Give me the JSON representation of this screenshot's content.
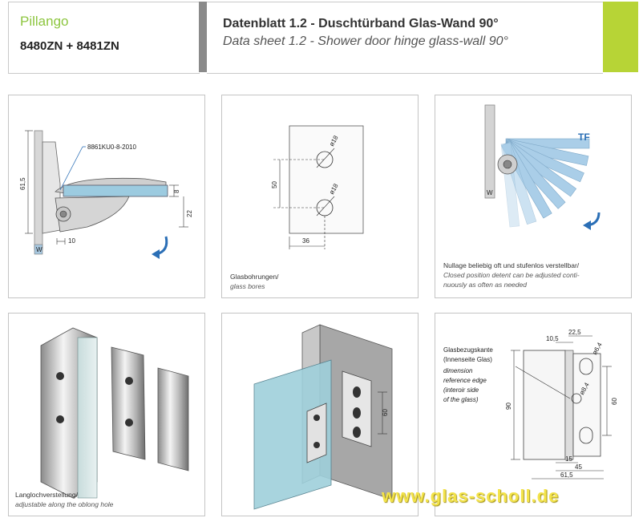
{
  "header": {
    "brand": "Pillango",
    "model": "8480ZN + 8481ZN",
    "title_de": "Datenblatt 1.2 - Duschtürband Glas-Wand 90°",
    "title_en": "Data sheet 1.2 - Shower door hinge glass-wall 90°",
    "accent_color": "#b7d436",
    "brand_color": "#8dc63f"
  },
  "panel1": {
    "part_no": "8861KU0-8-2010",
    "dim_height": "61,5",
    "dim_offset": "10",
    "dim_glass": "8",
    "dim_bottom": "22",
    "wall_label": "W"
  },
  "panel2": {
    "dim_spacing": "50",
    "dim_edge": "36",
    "dim_bore1": "ø18",
    "dim_bore2": "ø18",
    "caption_de": "Glasbohrungen/",
    "caption_en": "glass bores"
  },
  "panel3": {
    "glass_label": "TF",
    "wall_label": "W",
    "caption_de": "Nullage beliebig oft und stufenlos verstellbar/",
    "caption_en_1": "Closed position detent can be adjusted conti-",
    "caption_en_2": "nuously as often as needed"
  },
  "panel4": {
    "caption_de": "Langlochverstellung/",
    "caption_en": "adjustable along the oblong hole"
  },
  "panel5": {
    "dim_60": "60"
  },
  "panel6": {
    "label_de_1": "Glasbezugskante",
    "label_de_2": "(Innenseite Glas)",
    "label_en_1": "dimension",
    "label_en_2": "reference edge",
    "label_en_3": "(interoir side",
    "label_en_4": "of the glass)",
    "dim_10_5": "10,5",
    "dim_22_5": "22,5",
    "dim_6_4": "ø6,4",
    "dim_8_4": "ø8,4",
    "dim_90": "90",
    "dim_60": "60",
    "dim_15": "15",
    "dim_45": "45",
    "dim_61_5": "61,5"
  },
  "watermark": "www.glas-scholl.de"
}
